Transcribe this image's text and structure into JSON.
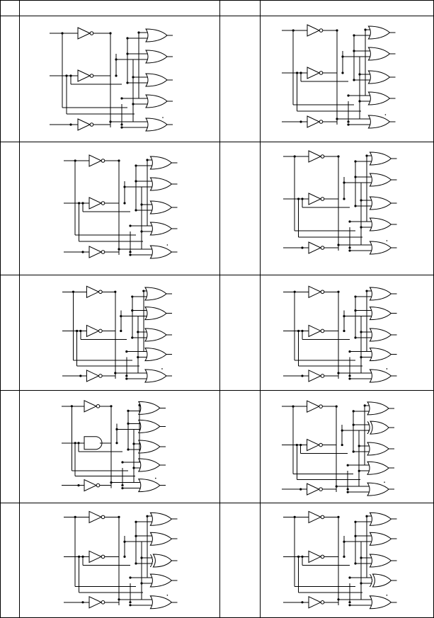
{
  "table": {
    "header": [
      "",
      "",
      "",
      ""
    ],
    "rows": 5,
    "cols": 4,
    "cells": [
      {
        "label": ""
      },
      {
        "label": ""
      },
      {
        "label": ""
      },
      {
        "label": ""
      },
      {
        "label": ""
      },
      {
        "label": ""
      },
      {
        "label": ""
      },
      {
        "label": ""
      },
      {
        "label": ""
      },
      {
        "label": ""
      }
    ]
  },
  "circuits": [
    {
      "id": "r1-left",
      "not_gates": 3,
      "or_gates": 5,
      "variant": "or"
    },
    {
      "id": "r1-right",
      "not_gates": 3,
      "or_gates": 5,
      "variant": "or"
    },
    {
      "id": "r2-left",
      "not_gates": 3,
      "or_gates": 5,
      "variant": "or"
    },
    {
      "id": "r2-right",
      "not_gates": 3,
      "or_gates": 5,
      "variant": "and"
    },
    {
      "id": "r3-left",
      "not_gates": 3,
      "or_gates": 5,
      "variant": "and"
    },
    {
      "id": "r3-right",
      "not_gates": 3,
      "or_gates": 5,
      "variant": "and"
    },
    {
      "id": "r4-left",
      "not_gates": 2,
      "and_gates": 1,
      "or_gates": 5,
      "variant": "and-mixed"
    },
    {
      "id": "r4-right",
      "not_gates": 3,
      "or_gates": 5,
      "variant": "or-xor"
    },
    {
      "id": "r5-left",
      "not_gates": 3,
      "or_gates": 5,
      "variant": "and-xor"
    },
    {
      "id": "r5-right",
      "not_gates": 3,
      "or_gates": 5,
      "variant": "and-xor"
    }
  ],
  "colors": {
    "stroke": "#000000",
    "background": "#ffffff"
  }
}
